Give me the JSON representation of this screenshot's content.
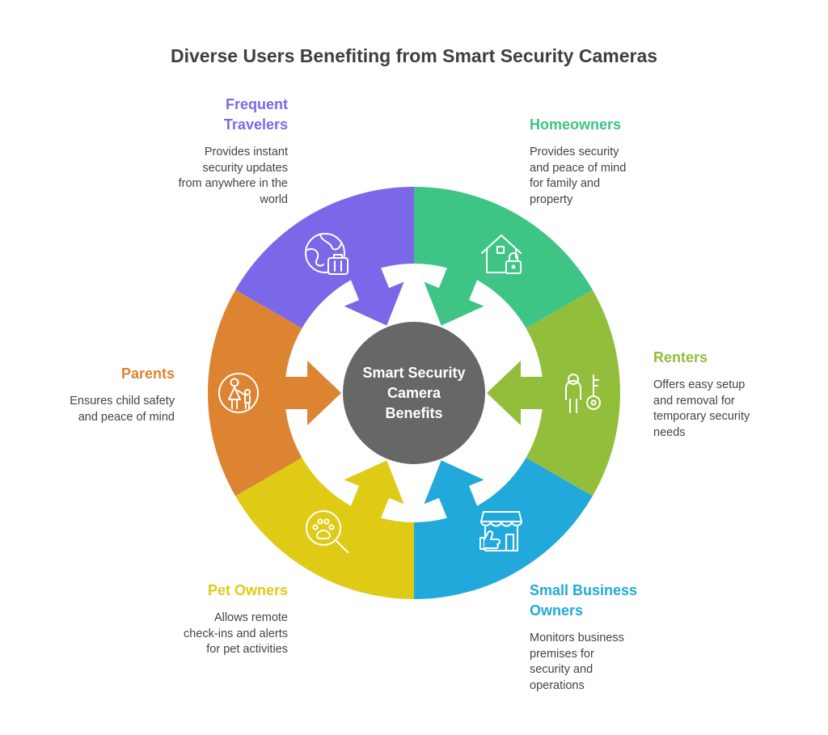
{
  "title": "Diverse Users Benefiting from Smart Security Cameras",
  "center": {
    "line1": "Smart Security",
    "line2": "Camera",
    "line3": "Benefits"
  },
  "colors": {
    "frequent_travelers": "#7b68e8",
    "homeowners": "#3ec485",
    "renters": "#93be3b",
    "small_business_owners": "#22a9db",
    "pet_owners": "#dfcb16",
    "parents": "#dd8432",
    "center": "#676767"
  },
  "segments": [
    {
      "key": "frequent_travelers",
      "line1": "Frequent",
      "line2": "Travelers",
      "desc": [
        "Provides instant",
        "security updates",
        "from anywhere in the",
        "world"
      ],
      "icon": "globe-luggage-icon"
    },
    {
      "key": "homeowners",
      "line1": "Homeowners",
      "line2": "",
      "desc": [
        "Provides security",
        "and peace of mind",
        "for family and",
        "property"
      ],
      "icon": "house-lock-icon"
    },
    {
      "key": "renters",
      "line1": "Renters",
      "line2": "",
      "desc": [
        "Offers easy setup",
        "and removal for",
        "temporary security",
        "needs"
      ],
      "icon": "person-key-icon"
    },
    {
      "key": "small_business_owners",
      "line1": "Small Business",
      "line2": "Owners",
      "desc": [
        "Monitors business",
        "premises for",
        "security and",
        "operations"
      ],
      "icon": "storefront-thumbsup-icon"
    },
    {
      "key": "pet_owners",
      "line1": "Pet Owners",
      "line2": "",
      "desc": [
        "Allows remote",
        "check-ins and alerts",
        "for pet activities"
      ],
      "icon": "paw-magnifier-icon"
    },
    {
      "key": "parents",
      "line1": "Parents",
      "line2": "",
      "desc": [
        "Ensures child safety",
        "and peace of mind"
      ],
      "icon": "parent-child-icon"
    }
  ]
}
